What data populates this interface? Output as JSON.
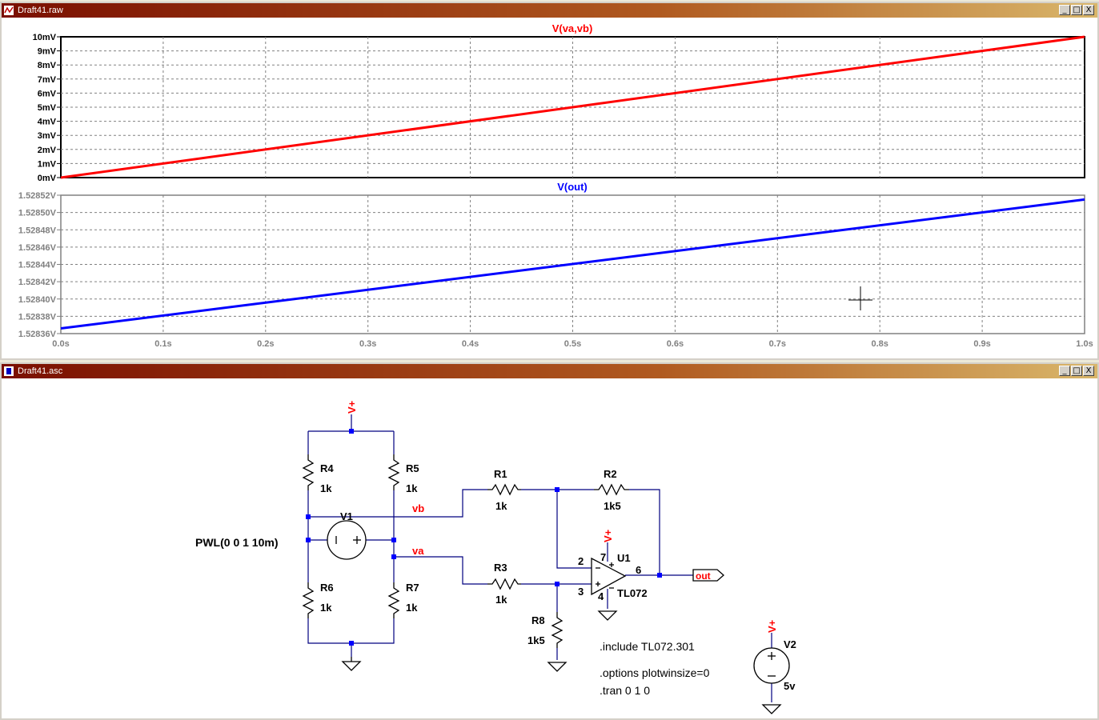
{
  "waveform_window": {
    "title": "Draft41.raw",
    "buttons": {
      "minimize": "_",
      "restore": "□",
      "close": "X"
    }
  },
  "schematic_window": {
    "title": "Draft41.asc",
    "buttons": {
      "minimize": "_",
      "restore": "□",
      "close": "X"
    }
  },
  "chart_data": [
    {
      "type": "line",
      "title": "V(va,vb)",
      "color": "#ff0000",
      "xlim": [
        0,
        1.0
      ],
      "ylim": [
        0,
        0.01
      ],
      "x": [
        0,
        1.0
      ],
      "y": [
        0,
        0.01
      ],
      "y_ticks": [
        {
          "v": 0,
          "label": "0mV"
        },
        {
          "v": 0.001,
          "label": "1mV"
        },
        {
          "v": 0.002,
          "label": "2mV"
        },
        {
          "v": 0.003,
          "label": "3mV"
        },
        {
          "v": 0.004,
          "label": "4mV"
        },
        {
          "v": 0.005,
          "label": "5mV"
        },
        {
          "v": 0.006,
          "label": "6mV"
        },
        {
          "v": 0.007,
          "label": "7mV"
        },
        {
          "v": 0.008,
          "label": "8mV"
        },
        {
          "v": 0.009,
          "label": "9mV"
        },
        {
          "v": 0.01,
          "label": "10mV"
        }
      ],
      "grid": true
    },
    {
      "type": "line",
      "title": "V(out)",
      "color": "#0000ff",
      "xlim": [
        0,
        1.0
      ],
      "ylim": [
        1.52836,
        1.52852
      ],
      "x": [
        0,
        1.0
      ],
      "y": [
        1.528366,
        1.528515
      ],
      "y_ticks": [
        {
          "v": 1.52836,
          "label": "1.52836V"
        },
        {
          "v": 1.52838,
          "label": "1.52838V"
        },
        {
          "v": 1.5284,
          "label": "1.52840V"
        },
        {
          "v": 1.52842,
          "label": "1.52842V"
        },
        {
          "v": 1.52844,
          "label": "1.52844V"
        },
        {
          "v": 1.52846,
          "label": "1.52846V"
        },
        {
          "v": 1.52848,
          "label": "1.52848V"
        },
        {
          "v": 1.5285,
          "label": "1.52850V"
        },
        {
          "v": 1.52852,
          "label": "1.52852V"
        }
      ],
      "x_ticks": [
        {
          "v": 0.0,
          "label": "0.0s"
        },
        {
          "v": 0.1,
          "label": "0.1s"
        },
        {
          "v": 0.2,
          "label": "0.2s"
        },
        {
          "v": 0.3,
          "label": "0.3s"
        },
        {
          "v": 0.4,
          "label": "0.4s"
        },
        {
          "v": 0.5,
          "label": "0.5s"
        },
        {
          "v": 0.6,
          "label": "0.6s"
        },
        {
          "v": 0.7,
          "label": "0.7s"
        },
        {
          "v": 0.8,
          "label": "0.8s"
        },
        {
          "v": 0.9,
          "label": "0.9s"
        },
        {
          "v": 1.0,
          "label": "1.0s"
        }
      ],
      "grid": true
    }
  ],
  "schematic": {
    "vplus": "V+",
    "r4": {
      "name": "R4",
      "value": "1k"
    },
    "r5": {
      "name": "R5",
      "value": "1k"
    },
    "r6": {
      "name": "R6",
      "value": "1k"
    },
    "r7": {
      "name": "R7",
      "value": "1k"
    },
    "r1": {
      "name": "R1",
      "value": "1k"
    },
    "r2": {
      "name": "R2",
      "value": "1k5"
    },
    "r3": {
      "name": "R3",
      "value": "1k"
    },
    "r8": {
      "name": "R8",
      "value": "1k5"
    },
    "v1": {
      "name": "V1",
      "value": "PWL(0 0 1 10m)"
    },
    "v2": {
      "name": "V2",
      "value": "5v"
    },
    "u1": {
      "name": "U1",
      "model": "TL072",
      "pin2": "2",
      "pin3": "3",
      "pin4": "4",
      "pin6": "6",
      "pin7": "7"
    },
    "net_vb": "vb",
    "net_va": "va",
    "out_label": "out",
    "directives": {
      "include": ".include TL072.301",
      "options": ".options plotwinsize=0",
      "tran": ".tran 0 1 0"
    }
  },
  "colors": {
    "titlebar_start": "#7a0f00",
    "titlebar_end": "#d9b66a",
    "wire": "#000080",
    "component": "#000000",
    "net_label": "#ff0000",
    "node": "#0000ff"
  }
}
